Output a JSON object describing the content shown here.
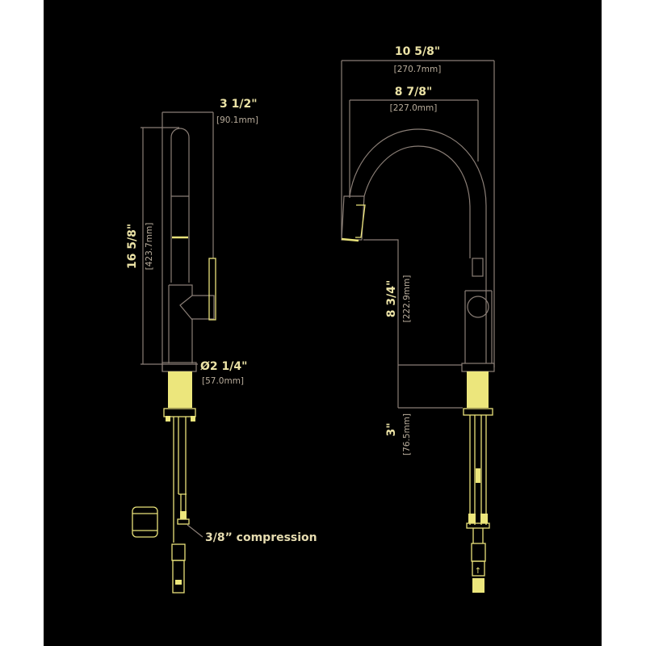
{
  "side_view": {
    "width_in": "3 1/2\"",
    "width_mm": "[90.1mm]",
    "height_in": "16 5/8\"",
    "height_mm": "[423.7mm]",
    "base_diameter_in": "Ø2 1/4\"",
    "base_diameter_mm": "[57.0mm]",
    "connection_label": "3/8” compression"
  },
  "front_view": {
    "reach_in": "10 5/8\"",
    "reach_mm": "[270.7mm]",
    "spout_reach_in": "8 7/8\"",
    "spout_reach_mm": "[227.0mm]",
    "spout_height_in": "8 3/4\"",
    "spout_height_mm": "[222.9mm]",
    "shank_in": "3\"",
    "shank_mm": "[76.5mm]"
  },
  "colors": {
    "background": "#000000",
    "line": "#8a7e76",
    "accent": "#ece67c",
    "text": "#ece3a6"
  }
}
